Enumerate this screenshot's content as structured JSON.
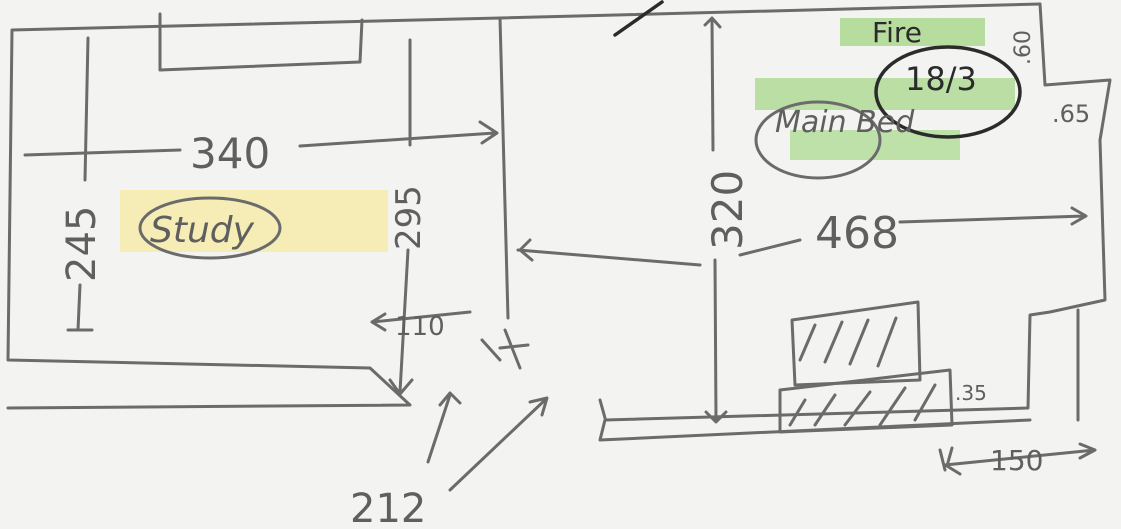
{
  "rooms": {
    "study": {
      "name": "Study",
      "width": "340",
      "depth": "245",
      "side": "295",
      "door_gap": "110"
    },
    "main_bed": {
      "name": "Main Bed",
      "area": "18/3",
      "fireplace": "Fire",
      "depth": "320",
      "width": "468",
      "note_65": ".65",
      "note_60": ".60",
      "note_35": ".35",
      "window": "150"
    }
  },
  "landing": {
    "width": "212"
  },
  "colors": {
    "pencil": "#6b6b6b",
    "pen": "#2b2b2b",
    "highlight_yellow": "#f5ebaa",
    "highlight_green": "#a7d78a"
  }
}
